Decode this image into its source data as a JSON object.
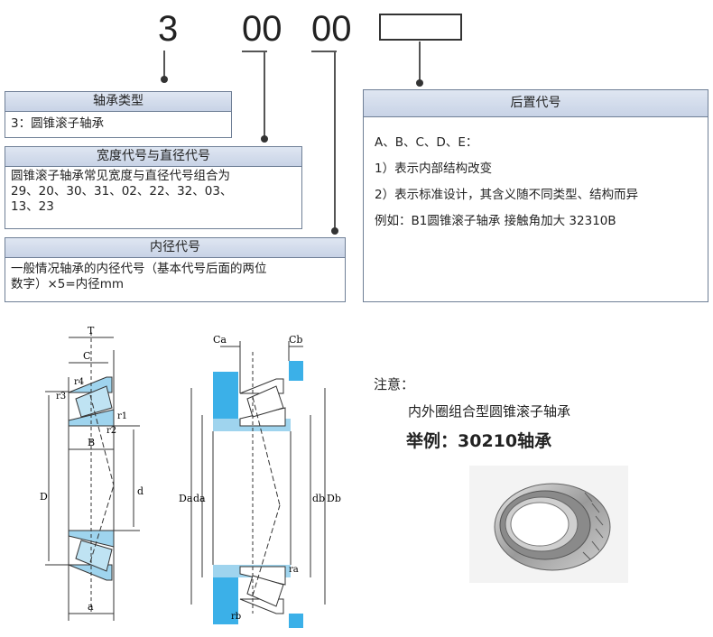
{
  "designation": {
    "digit1": "3",
    "digit2": "00",
    "digit3": "00"
  },
  "bearing_type": {
    "title": "轴承类型",
    "text": "3：圆锥滚子轴承"
  },
  "width_diameter": {
    "title": "宽度代号与直径代号",
    "lines": [
      "圆锥滚子轴承常见宽度与直径代号组合为",
      "29、20、30、31、02、22、32、03、",
      "13、23"
    ]
  },
  "bore_code": {
    "title": "内径代号",
    "lines": [
      "一般情况轴承的内径代号（基本代号后面的两位",
      "数字）×5=内径mm"
    ]
  },
  "suffix": {
    "title": "后置代号",
    "lines": [
      "A、B、C、D、E：",
      "1）表示内部结构改变",
      "2）表示标准设计，其含义随不同类型、结构而异",
      "例如：B1圆锥滚子轴承   接触角加大 32310B"
    ]
  },
  "note": {
    "label": "注意：",
    "text": "内外圈组合型圆锥滚子轴承",
    "example": "举例：30210轴承"
  },
  "drawing1_labels": [
    "T",
    "C",
    "r3",
    "r4",
    "r1",
    "r2",
    "B",
    "D",
    "d",
    "a"
  ],
  "drawing2_labels": [
    "Ca",
    "Cb",
    "Da",
    "da",
    "db",
    "Db",
    "ra",
    "rb"
  ],
  "colors": {
    "panel_border": "#6f7f96",
    "panel_header": "#c8d3e6",
    "bearing_blue": "#9fd4ee",
    "shaft_blue": "#3bb0e8"
  }
}
